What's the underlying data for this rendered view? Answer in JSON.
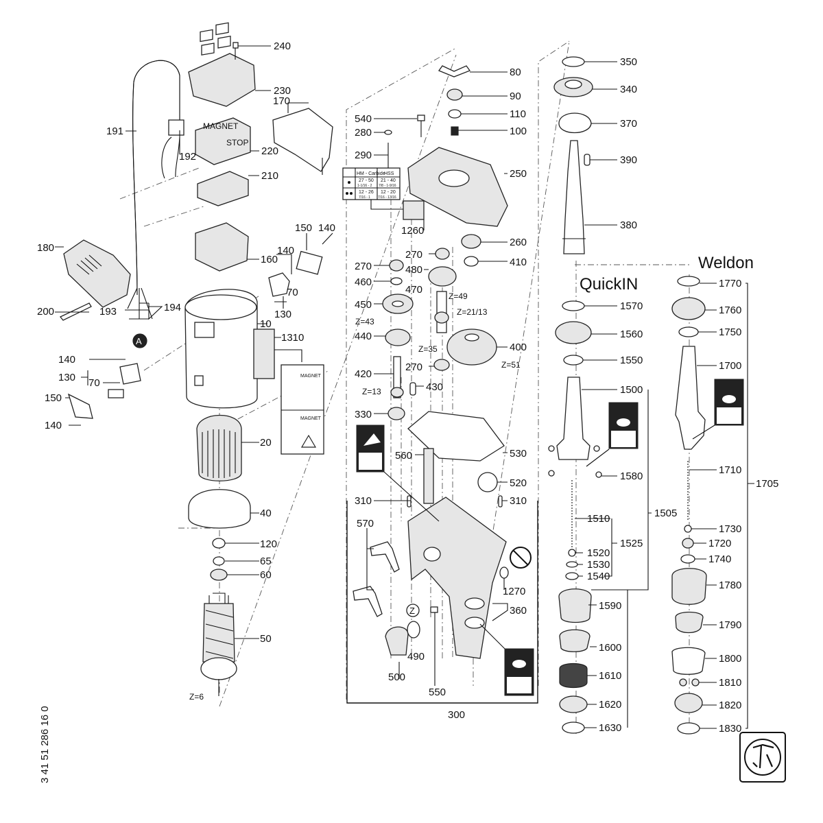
{
  "titles": {
    "quickin": "QuickIN",
    "weldon": "Weldon"
  },
  "doc_number": "3 41 51 286 16 0",
  "connector_marker": "A",
  "z_marker": "Z",
  "table": {
    "h1": "HM - Carbide",
    "h2": "HSS",
    "r1a": "27 - 50",
    "r1a_sub": "1-1/16 - 2",
    "r1b": "21 - 40",
    "r1b_sub": "7/8 - 1-9/16",
    "r2a": "12 - 26",
    "r2a_sub": "7/16 - 1",
    "r2b": "12 - 20",
    "r2b_sub": "7/16 - 13/16"
  },
  "decal": {
    "magnet_top": "MAGNET",
    "magnet_bottom": "MAGNET"
  },
  "switch": {
    "magnet": "MAGNET",
    "stop": "STOP"
  },
  "labels": {
    "p240": "240",
    "p230": "230",
    "p170": "170",
    "p220": "220",
    "p191": "191",
    "p192": "192",
    "p210": "210",
    "p180": "180",
    "p200": "200",
    "p193": "193",
    "p194": "194",
    "p150a": "150",
    "p140a": "140",
    "p140b": "140",
    "p160": "160",
    "p70a": "70",
    "p130a": "130",
    "p10": "10",
    "p1310": "1310",
    "p140c": "140",
    "p130b": "130",
    "p70b": "70",
    "p150b": "150",
    "p140d": "140",
    "p20": "20",
    "p40": "40",
    "p120": "120",
    "p65": "65",
    "p60": "60",
    "p50": "50",
    "p540": "540",
    "p280": "280",
    "p290": "290",
    "p80": "80",
    "p90": "90",
    "p110": "110",
    "p100": "100",
    "p250": "250",
    "p1260": "1260",
    "p260": "260",
    "p270a": "270",
    "p270b": "270",
    "p410": "410",
    "p480": "480",
    "p460": "460",
    "p470": "470",
    "p450": "450",
    "p440": "440",
    "p400": "400",
    "p270c": "270",
    "p420": "420",
    "p430": "430",
    "p330": "330",
    "p560": "560",
    "p530": "530",
    "p520": "520",
    "p310a": "310",
    "p310b": "310",
    "p570": "570",
    "p1270": "1270",
    "p360": "360",
    "p490": "490",
    "p500": "500",
    "p550": "550",
    "p300": "300",
    "p350": "350",
    "p340": "340",
    "p370": "370",
    "p390": "390",
    "p380": "380",
    "p1570": "1570",
    "p1560": "1560",
    "p1550": "1550",
    "p1500": "1500",
    "p1580": "1580",
    "p1510": "1510",
    "p1525": "1525",
    "p1505": "1505",
    "p1520": "1520",
    "p1530": "1530",
    "p1540": "1540",
    "p1590": "1590",
    "p1600": "1600",
    "p1610": "1610",
    "p1620": "1620",
    "p1630": "1630",
    "p1770": "1770",
    "p1760": "1760",
    "p1750": "1750",
    "p1700": "1700",
    "p1705": "1705",
    "p1710": "1710",
    "p1730": "1730",
    "p1720": "1720",
    "p1740": "1740",
    "p1780": "1780",
    "p1790": "1790",
    "p1800": "1800",
    "p1810": "1810",
    "p1820": "1820",
    "p1830": "1830"
  },
  "teeth": {
    "z49": "Z=49",
    "z21": "Z=21/13",
    "z43": "Z=43",
    "z35": "Z=35",
    "z51": "Z=51",
    "z13": "Z=13",
    "z6": "Z=6"
  },
  "colors": {
    "ink": "#111111",
    "fill_light": "#e6e6e6",
    "icon_bg": "#222222"
  }
}
